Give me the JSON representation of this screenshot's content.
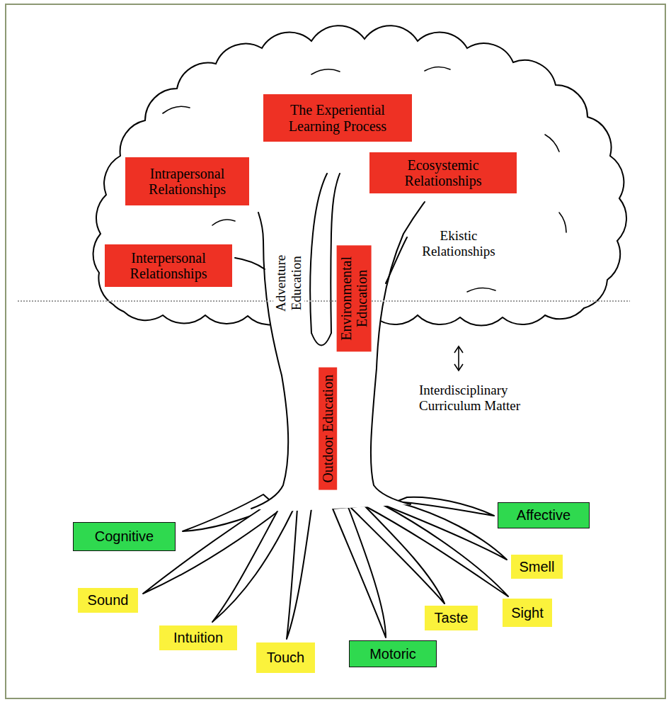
{
  "diagram": {
    "nodes": [
      {
        "text": [
          "The Experiential Learning Process"
        ]
      },
      {
        "text": [
          "Intrapersonal Relationships"
        ]
      },
      {
        "text": [
          "Ecosystemic Relationships"
        ]
      },
      {
        "text": [
          "Interpersonal Relationships"
        ]
      },
      {
        "text": [
          "Environmental Education"
        ]
      },
      {
        "text": [
          "Outdoor Education"
        ]
      },
      {
        "text": [
          "Affective"
        ]
      },
      {
        "text": [
          "Cognitive"
        ]
      },
      {
        "text": [
          "Smell"
        ]
      },
      {
        "text": [
          "Sound"
        ]
      },
      {
        "text": [
          "Sight"
        ]
      },
      {
        "text": [
          "Taste"
        ]
      },
      {
        "text": [
          "Intuition"
        ]
      },
      {
        "text": [
          "Touch"
        ]
      },
      {
        "text": [
          "Motoric"
        ]
      }
    ],
    "labels": [
      "Adventure Education",
      "Ekistic Relationships",
      "Interdisciplinary Curriculum Matter"
    ]
  }
}
